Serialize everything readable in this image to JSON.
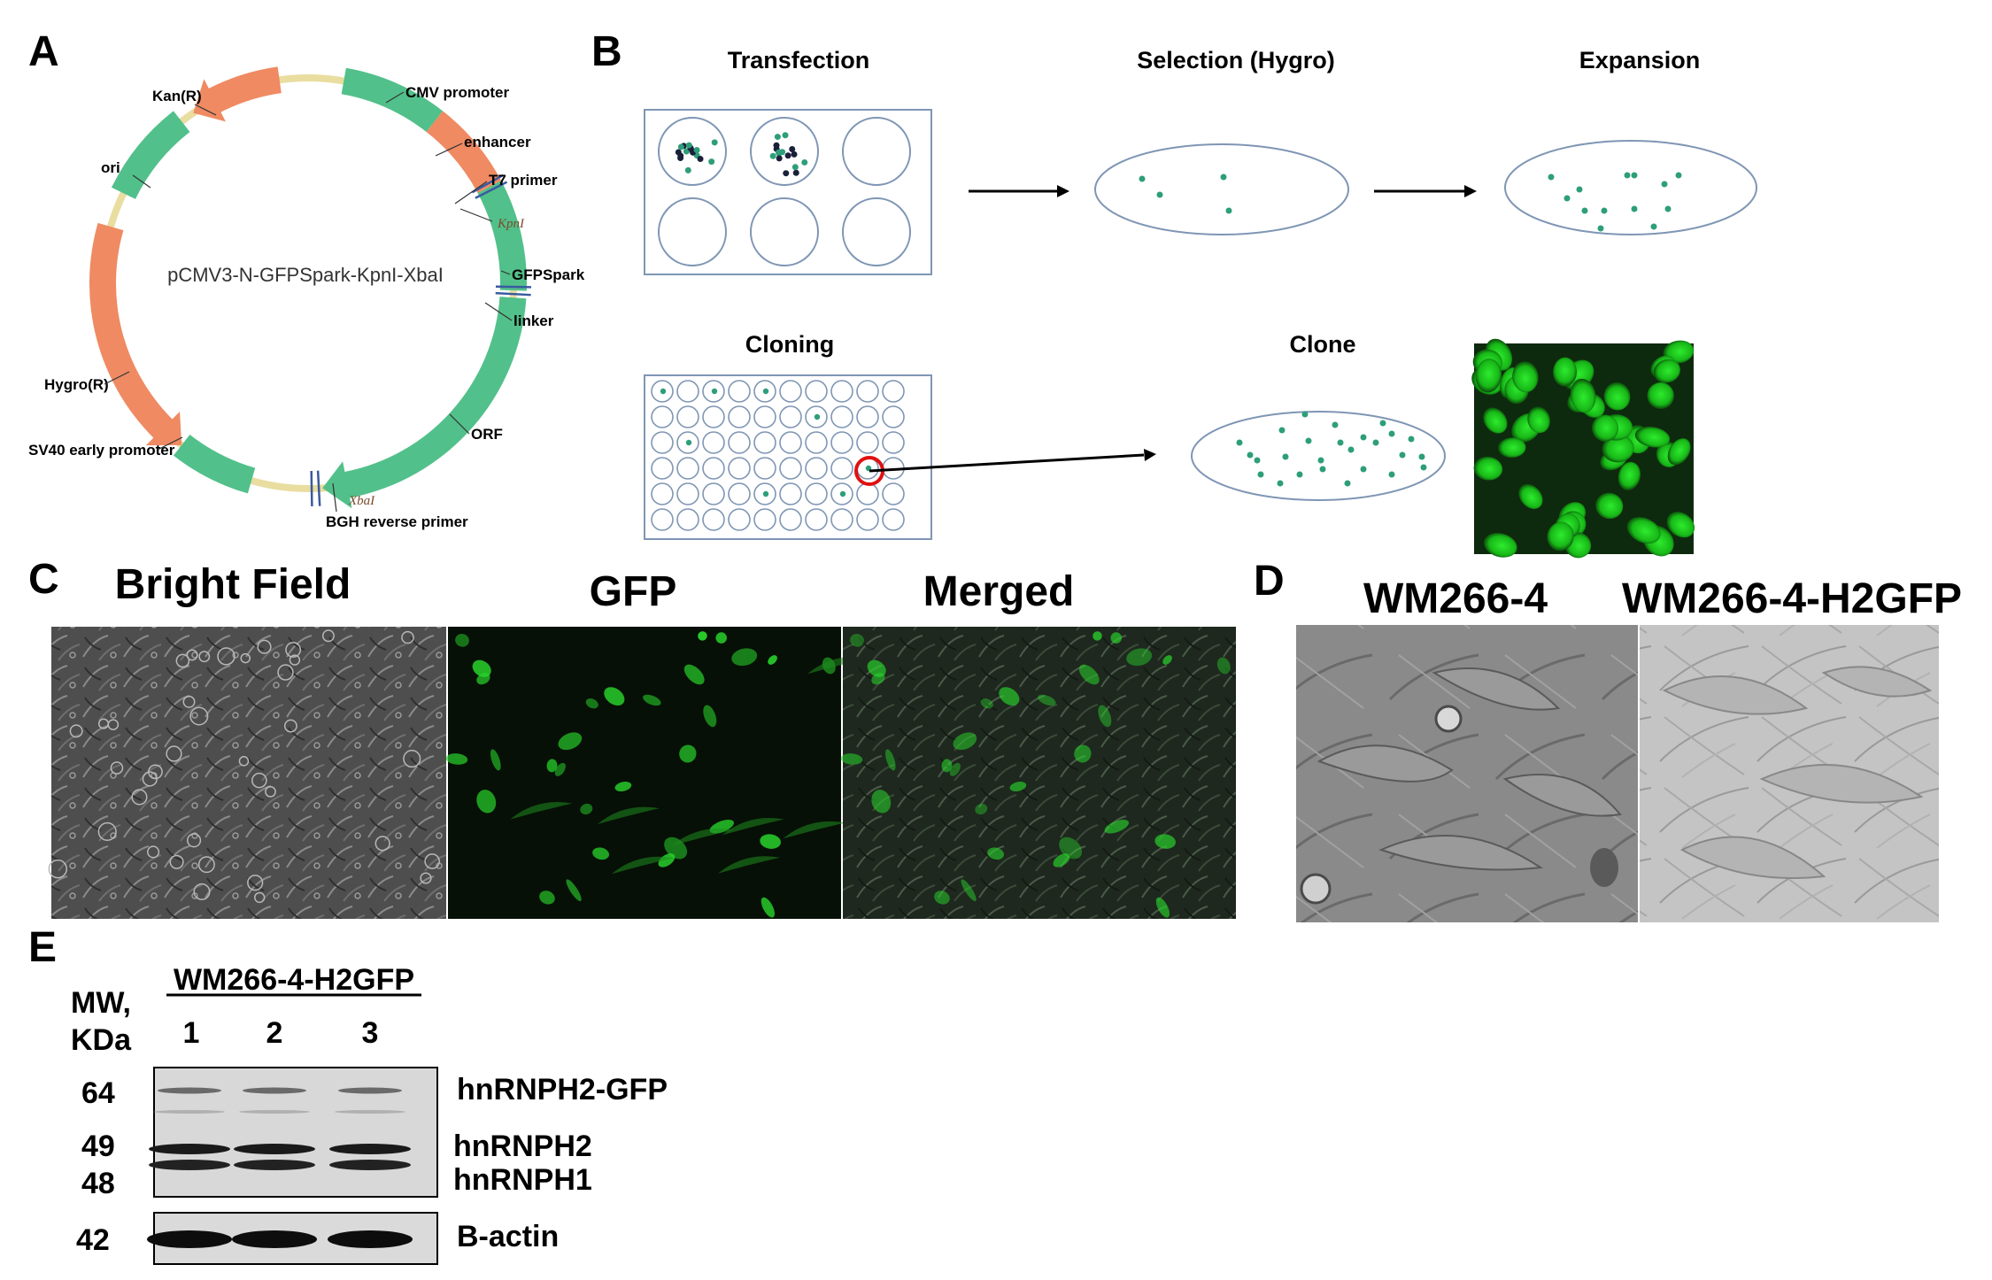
{
  "panel_labels": [
    "A",
    "B",
    "C",
    "D",
    "E"
  ],
  "plasmid": {
    "name": "pCMV3-N-GFPSpark-KpnI-XbaI",
    "features": {
      "kan": "Kan(R)",
      "cmv": "CMV promoter",
      "enhancer": "enhancer",
      "t7": "T7 primer",
      "kpni": "KpnI",
      "gfpspark": "GFPSpark",
      "linker": "linker",
      "orf": "ORF",
      "bgh": "BGH reverse primer",
      "xbai": "XbaI",
      "sv40": "SV40 early promoter",
      "hygro": "Hygro(R)",
      "ori": "ori"
    }
  },
  "workflow": {
    "transfection": "Transfection",
    "selection": "Selection (Hygro)",
    "expansion": "Expansion",
    "cloning": "Cloning",
    "clone": "Clone"
  },
  "microscopy": {
    "bright_field": "Bright Field",
    "gfp": "GFP",
    "merged": "Merged"
  },
  "cell_lines": {
    "parental": "WM266-4",
    "engineered": "WM266-4-H2GFP"
  },
  "western": {
    "group": "WM266-4-H2GFP",
    "mw_label": [
      "MW,",
      "KDa"
    ],
    "lanes": [
      "1",
      "2",
      "3"
    ],
    "markers": [
      "64",
      "49",
      "48",
      "42"
    ],
    "bands": [
      "hnRNPH2-GFP",
      "hnRNPH2",
      "hnRNPH1",
      "B-actin"
    ]
  },
  "colors": {
    "feature_green": "#52c08a",
    "feature_orange": "#ef8a62",
    "backbone": "#f3e9b8",
    "dot_teal": "#2e9e7a",
    "dot_dark": "#1a1f3a",
    "outline": "#7f96b4",
    "highlight": "#e01010",
    "gfp": "#29d42c"
  }
}
